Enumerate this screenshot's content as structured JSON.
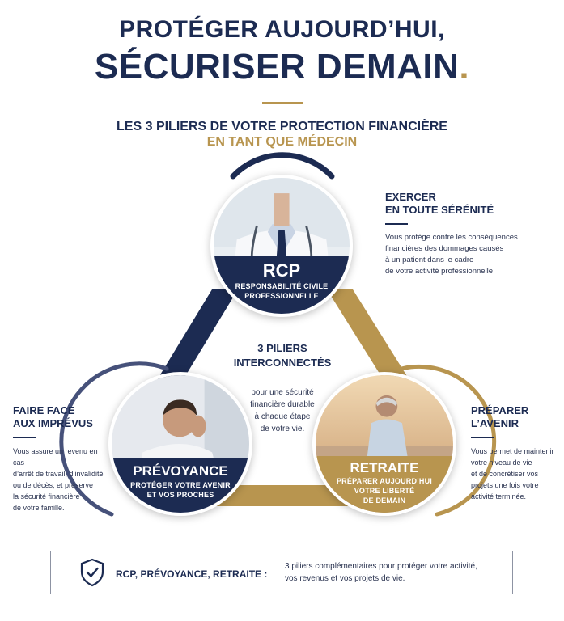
{
  "header": {
    "title_line1": "PROTÉGER AUJOURD’HUI,",
    "title_line2": "SÉCURISER DEMAIN",
    "title_dot": ".",
    "subtitle_line1": "LES 3 PILIERS DE VOTRE PROTECTION FINANCIÈRE",
    "subtitle_line2": "EN TANT QUE MÉDECIN"
  },
  "pillars": {
    "rcp": {
      "title": "RCP",
      "sub1": "RESPONSABILITÉ CIVILE",
      "sub2": "PROFESSIONNELLE"
    },
    "prevoyance": {
      "title": "PRÉVOYANCE",
      "sub1": "PROTÉGER VOTRE AVENIR",
      "sub2": "ET VOS PROCHES"
    },
    "retraite": {
      "title": "RETRAITE",
      "sub1": "PRÉPARER AUJOURD’HUI",
      "sub2": "VOTRE LIBERTÉ",
      "sub3": "DE DEMAIN"
    }
  },
  "center": {
    "heading1": "3 PILIERS",
    "heading2": "INTERCONNECTÉS",
    "text1": "pour une sécurité",
    "text2": "financière durable",
    "text3": "à chaque étape",
    "text4": "de votre vie."
  },
  "side_rcp": {
    "heading1": "EXERCER",
    "heading2": "EN TOUTE SÉRÉNITÉ",
    "p1": "Vous protège contre les conséquences",
    "p2": "financières des dommages causés",
    "p3": "à un patient dans le cadre",
    "p4": "de votre activité professionnelle."
  },
  "side_prevoyance": {
    "heading1": "FAIRE FACE",
    "heading2": "AUX IMPRÉVUS",
    "p1": "Vous assure un revenu en cas",
    "p2": "d’arrêt de travail, d’invalidité",
    "p3": "ou de décès, et préserve",
    "p4": "la sécurité financière",
    "p5": "de votre famille."
  },
  "side_retraite": {
    "heading1": "PRÉPARER",
    "heading2": "L’AVENIR",
    "p1": "Vous permet de maintenir",
    "p2": "votre niveau de vie",
    "p3": "et de concrétiser vos",
    "p4": "projets une fois votre",
    "p5": "activité terminée."
  },
  "footer": {
    "label": "RCP, PRÉVOYANCE, RETRAITE :",
    "text1": "3 piliers complémentaires pour protéger votre activité,",
    "text2": "vos revenus et vos projets de vie.",
    "icon": "shield-check-icon"
  },
  "colors": {
    "navy": "#1c2b52",
    "gold": "#b8954f",
    "text": "#2a3350"
  }
}
